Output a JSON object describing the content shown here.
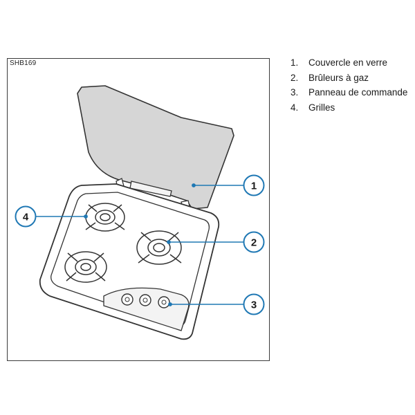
{
  "figure": {
    "reference_code": "SHB169"
  },
  "legend": {
    "items": [
      {
        "number": "1.",
        "label": "Couvercle en verre"
      },
      {
        "number": "2.",
        "label": "Brûleurs à gaz"
      },
      {
        "number": "3.",
        "label": "Panneau de commande"
      },
      {
        "number": "4.",
        "label": "Grilles"
      }
    ]
  },
  "callouts": [
    {
      "number": "1"
    },
    {
      "number": "2"
    },
    {
      "number": "3"
    },
    {
      "number": "4"
    }
  ],
  "colors": {
    "callout_stroke": "#1f78b4",
    "line": "#333333",
    "glass_fill": "#d6d6d6"
  }
}
